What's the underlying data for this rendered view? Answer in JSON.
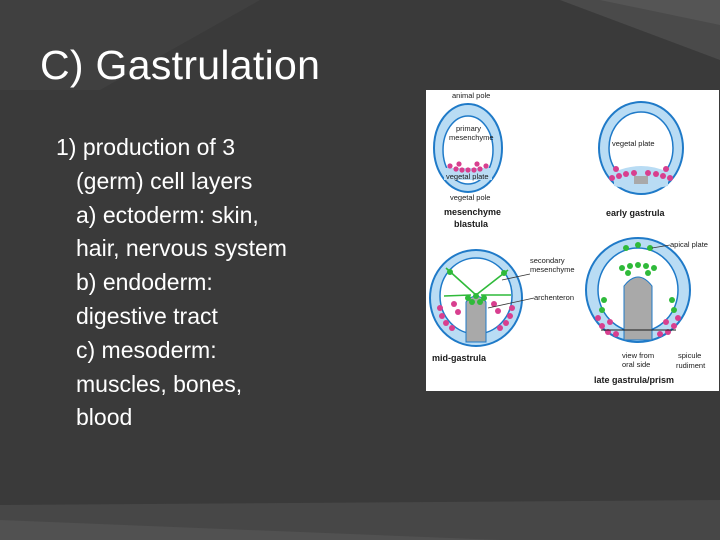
{
  "slide": {
    "title": "C) Gastrulation",
    "lines": [
      "1) production of 3",
      "(germ) cell layers",
      "a) ectoderm: skin,",
      "hair, nervous system",
      "b) endoderm:",
      "digestive tract",
      "c) mesoderm:",
      "muscles, bones,",
      "blood"
    ]
  },
  "figure": {
    "labels": {
      "animal_pole": "animal pole",
      "primary_mesenchyme_1": "primary",
      "primary_mesenchyme_2": "mesenchyme",
      "vegetal_plate_1": "vegetal plate",
      "vegetal_pole": "vegetal pole",
      "stage1_1": "mesenchyme",
      "stage1_2": "blastula",
      "vegetal_plate_2": "vegetal plate",
      "stage2": "early gastrula",
      "secondary_1": "secondary",
      "secondary_2": "mesenchyme",
      "archenteron": "archenteron",
      "apical_plate": "apical plate",
      "stage3": "mid-gastrula",
      "oral_1": "view from",
      "oral_2": "oral side",
      "spicule_1": "spicule",
      "spicule_2": "rudiment",
      "stage4": "late gastrula/prism"
    }
  },
  "colors": {
    "background": "#3a3a3a",
    "text": "#ffffff",
    "figure_outline": "#1f7ac8",
    "figure_wall": "#b9dcf4",
    "mesenchyme": "#d83f8f",
    "secondary_mesenchyme": "#2fba3a",
    "gut": "#a9a9a9"
  }
}
